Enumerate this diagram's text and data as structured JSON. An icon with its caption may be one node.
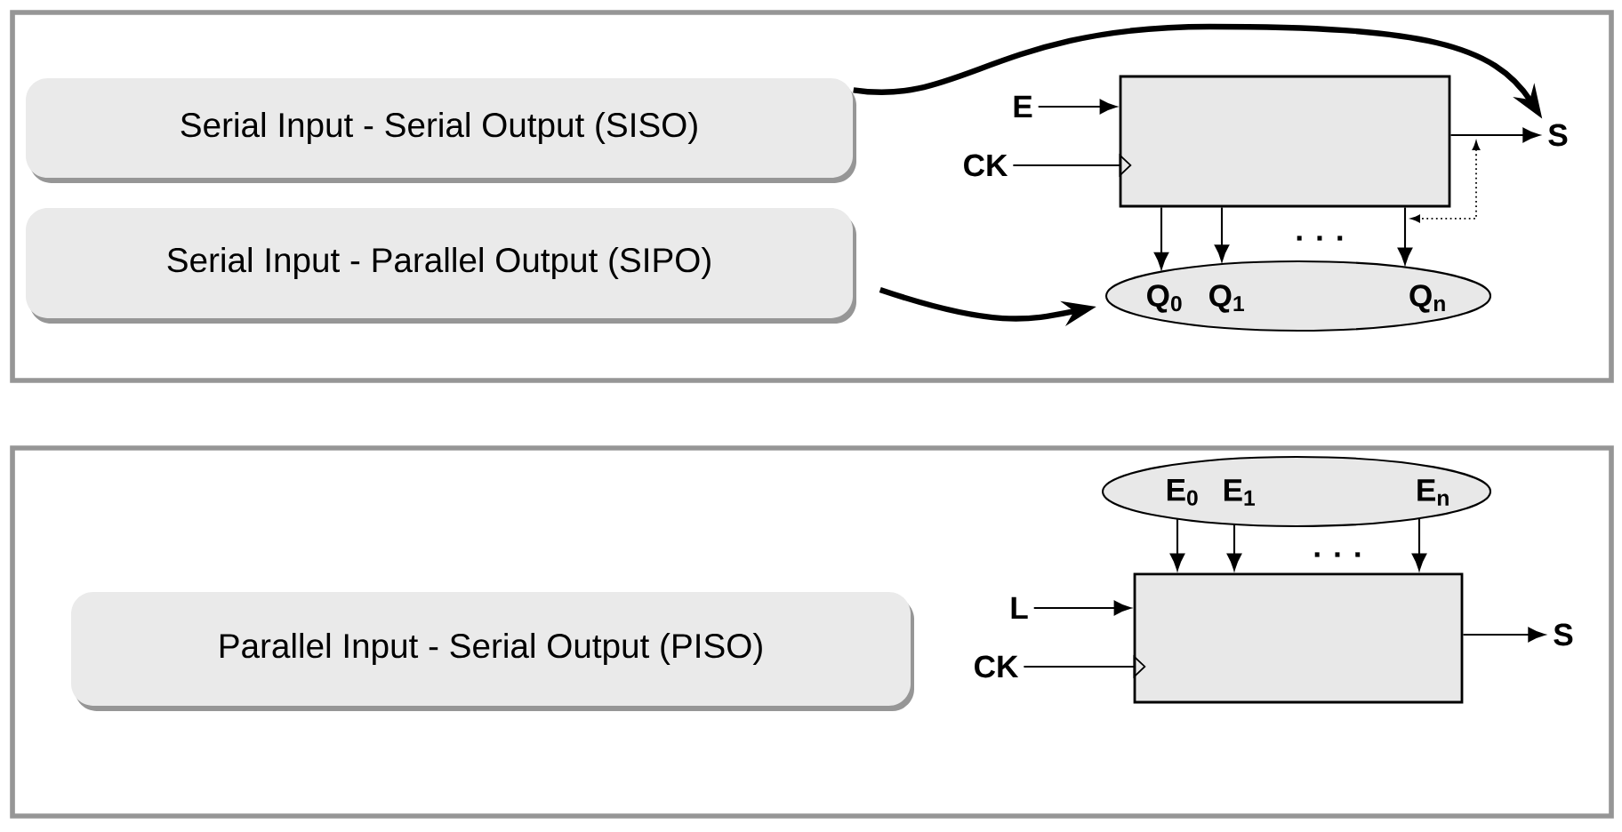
{
  "diagram": {
    "nodes": [
      {
        "text": [],
        "shape": "box"
      },
      {
        "text": [
          "Serial Input - Serial Output (SISO)"
        ],
        "in": 0
      },
      {
        "text": [
          "Serial Input - Parallel Output (SIPO)"
        ],
        "in": 0
      },
      {
        "text": [],
        "shape": "box",
        "in": 0
      },
      {
        "text": [
          "Q$_{0}$",
          "Q$_{1}$",
          "Q$_{n}$"
        ],
        "in": 0
      },
      {
        "text": [
          "E"
        ],
        "in": 0
      },
      {
        "text": [
          "CK"
        ],
        "in": 0
      },
      {
        "text": [
          "S"
        ],
        "in": 0
      },
      {
        "text": [],
        "shape": "box"
      },
      {
        "text": [
          "Parallel Input - Serial Output (PISO)"
        ],
        "in": 8
      },
      {
        "text": [
          "E$_{0}$",
          "E$_{1}$",
          "E$_{n}$"
        ],
        "in": 8
      },
      {
        "text": [],
        "shape": "box",
        "in": 8
      },
      {
        "text": [
          "L"
        ],
        "in": 8
      },
      {
        "text": [
          "CK"
        ],
        "in": 8
      },
      {
        "text": [
          "S"
        ],
        "in": 8
      }
    ],
    "edges": [
      {
        "from": 1,
        "to": 7,
        "arrow": "to",
        "style": "thick"
      },
      {
        "from": 2,
        "to": 4,
        "arrow": "to",
        "style": "thick"
      },
      {
        "from": 5,
        "to": 3,
        "arrow": "to"
      },
      {
        "from": 6,
        "to": 3,
        "arrow": "to"
      },
      {
        "from": 3,
        "to": 7,
        "arrow": "to"
      },
      {
        "from": 3,
        "to": 4,
        "arrow": "to"
      },
      {
        "from": 3,
        "to": 4,
        "arrow": "to"
      },
      {
        "from": 3,
        "to": 4,
        "arrow": "to"
      },
      {
        "from": 10,
        "to": 11,
        "arrow": "to"
      },
      {
        "from": 10,
        "to": 11,
        "arrow": "to"
      },
      {
        "from": 10,
        "to": 11,
        "arrow": "to"
      },
      {
        "from": 12,
        "to": 11,
        "arrow": "to"
      },
      {
        "from": 13,
        "to": 11,
        "arrow": "to"
      },
      {
        "from": 11,
        "to": 14,
        "arrow": "to"
      }
    ],
    "labels": [
      ". . .",
      ". . ."
    ]
  }
}
